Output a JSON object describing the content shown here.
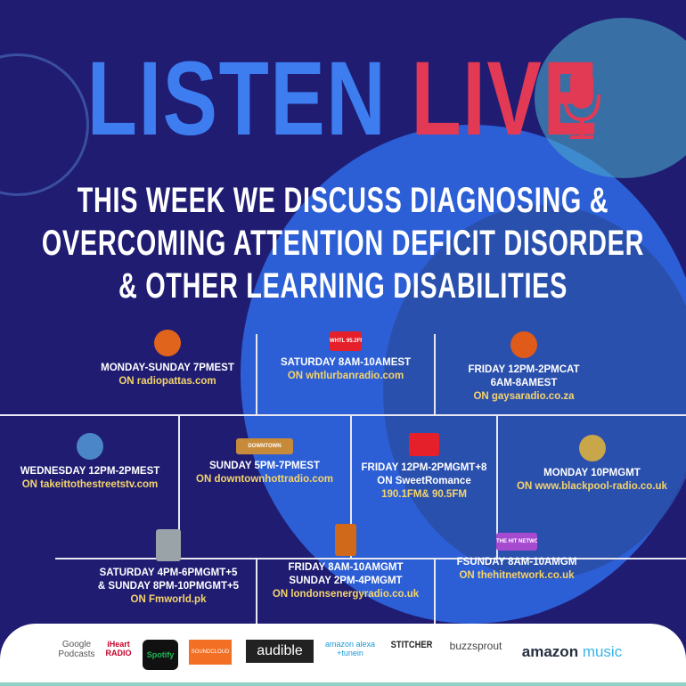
{
  "title": {
    "part1": "LISTEN",
    "part2": "LIVE"
  },
  "subtitle": [
    "THIS WEEK WE DISCUSS DIAGNOSING &",
    "OVERCOMING ATTENTION DEFICIT DISORDER",
    "& OTHER LEARNING DISABILITIES"
  ],
  "schedule": [
    {
      "time": [
        "MONDAY-SUNDAY 7PMEST"
      ],
      "station": [
        "ON radiopattas.com"
      ],
      "logo_color": "#e0641c"
    },
    {
      "time": [
        "SATURDAY 8AM-10AMEST"
      ],
      "station": [
        "ON whtlurbanradio.com"
      ],
      "logo_text": "WHTL 95.2FM",
      "logo_color": "#e5202a"
    },
    {
      "time": [
        "FRIDAY 12PM-2PMCAT",
        "6AM-8AMEST"
      ],
      "station": [
        "ON gaysaradio.co.za"
      ],
      "logo_color": "#e05a1a"
    },
    {
      "time": [
        "WEDNESDAY 12PM-2PMEST"
      ],
      "station": [
        "ON takeittothestreetstv.com"
      ],
      "logo_color": "#4a86c8"
    },
    {
      "time": [
        "SUNDAY 5PM-7PMEST"
      ],
      "station": [
        "ON downtownhottradio.com"
      ],
      "logo_text": "DOWNTOWN",
      "logo_color": "#c78a3a"
    },
    {
      "time": [
        "FRIDAY 12PM-2PMGMT+8",
        "ON SweetRomance"
      ],
      "station": [
        "190.1FM& 90.5FM"
      ],
      "logo_color": "#e5202a"
    },
    {
      "time": [
        "MONDAY 10PMGMT"
      ],
      "station": [
        "ON www.blackpool-radio.co.uk"
      ],
      "logo_color": "#c9a64a"
    },
    {
      "time": [
        "SATURDAY 4PM-6PMGMT+5",
        "& SUNDAY 8PM-10PMGMT+5"
      ],
      "station": [
        "ON Fmworld.pk"
      ],
      "logo_color": "#9aa4a8"
    },
    {
      "time": [
        "FRIDAY 8AM-10AMGMT",
        "SUNDAY 2PM-4PMGMT"
      ],
      "station": [
        "ON londonsenergyradio.co.uk"
      ],
      "logo_color": "#d06a1a"
    },
    {
      "time": [
        "FSUNDAY 8AM-10AMGM"
      ],
      "station": [
        "ON thehitnetwork.co.uk"
      ],
      "logo_text": "THE HIT NETWORK",
      "logo_color": "#a64ad0"
    }
  ],
  "platforms": [
    {
      "name": "Google Podcasts",
      "line1": "Google",
      "line2": "Podcasts"
    },
    {
      "name": "iHeart Radio",
      "line1": "iHeart",
      "line2": "RADIO"
    },
    {
      "name": "Spotify",
      "line1": "Spotify"
    },
    {
      "name": "SoundCloud",
      "line1": "SOUNDCLOUD"
    },
    {
      "name": "audible",
      "line1": "audible"
    },
    {
      "name": "amazon alexa tunein",
      "line1": "amazon alexa",
      "line2": "+tunein"
    },
    {
      "name": "STITCHER",
      "line1": "STITCHER"
    },
    {
      "name": "buzzsprout",
      "line1": "buzzsprout"
    },
    {
      "name": "amazon music",
      "line1": "amazon",
      "line2": "music"
    }
  ]
}
